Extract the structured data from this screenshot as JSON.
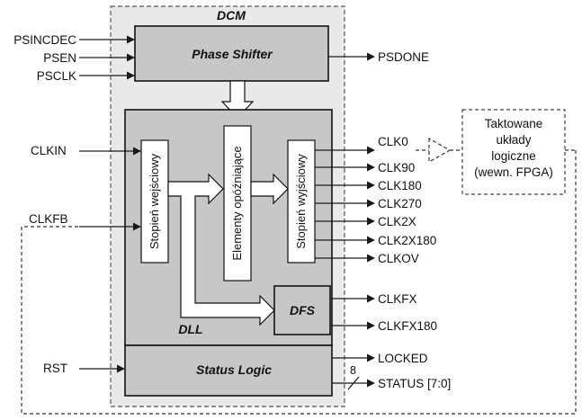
{
  "colors": {
    "dcm_fill": "#e9e9e9",
    "block_fill": "#c7c7c7",
    "inner_fill": "#ffffff",
    "line": "#1a1a1a"
  },
  "dcm": {
    "title": "DCM"
  },
  "phase_shifter": {
    "title": "Phase Shifter",
    "inputs": [
      "PSINCDEC",
      "PSEN",
      "PSCLK"
    ],
    "output": "PSDONE"
  },
  "dll": {
    "title": "DLL",
    "inputs": [
      "CLKIN",
      "CLKFB"
    ],
    "input_stage": "Stopień wejściowy",
    "delay_elements": "Elementy opóźniające",
    "output_stage": "Stopień wyjściowy",
    "outputs": [
      "CLK0",
      "CLK90",
      "CLK180",
      "CLK270",
      "CLK2X",
      "CLK2X180",
      "CLKOV"
    ]
  },
  "dfs": {
    "title": "DFS",
    "outputs": [
      "CLKFX",
      "CLKFX180"
    ]
  },
  "status_logic": {
    "title": "Status Logic",
    "input": "RST",
    "outputs": [
      "LOCKED",
      "STATUS [7:0]"
    ],
    "bus_width": "8"
  },
  "fpga_box": {
    "lines": [
      "Taktowane",
      "układy",
      "logiczne",
      "(wewn. FPGA)"
    ]
  }
}
